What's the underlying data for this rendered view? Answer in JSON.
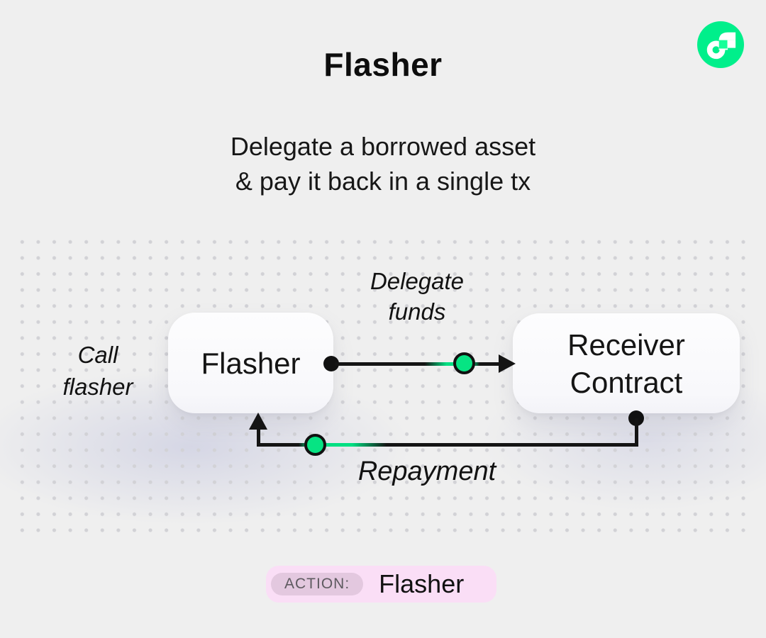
{
  "page": {
    "background": "#EFEFEF",
    "dot_color": "#D2D2D6"
  },
  "header": {
    "title": "Flasher",
    "subtitle_line1": "Delegate a borrowed asset",
    "subtitle_line2": "& pay it back in a single tx"
  },
  "logo": {
    "name": "flow-logo",
    "circle_color": "#00EF8B",
    "accent_square_color": "#16FF99",
    "glyph_color": "#FFFFFF"
  },
  "diagram": {
    "nodes": [
      {
        "id": "flasher",
        "label": "Flasher"
      },
      {
        "id": "receiver-contract",
        "label_line1": "Receiver",
        "label_line2": "Contract"
      }
    ],
    "labels": {
      "call_flasher_line1": "Call",
      "call_flasher_line2": "flasher",
      "delegate_funds_line1": "Delegate",
      "delegate_funds_line2": "funds",
      "repayment": "Repayment"
    },
    "colors": {
      "line": "#141414",
      "token_green": "#06E483",
      "trail_green": "#00DF82"
    }
  },
  "action_badge": {
    "label": "ACTION:",
    "value": "Flasher",
    "badge_bg": "#FADEF6",
    "label_pill_bg": "#E3C8DF",
    "label_text_color": "#5E5A60"
  }
}
